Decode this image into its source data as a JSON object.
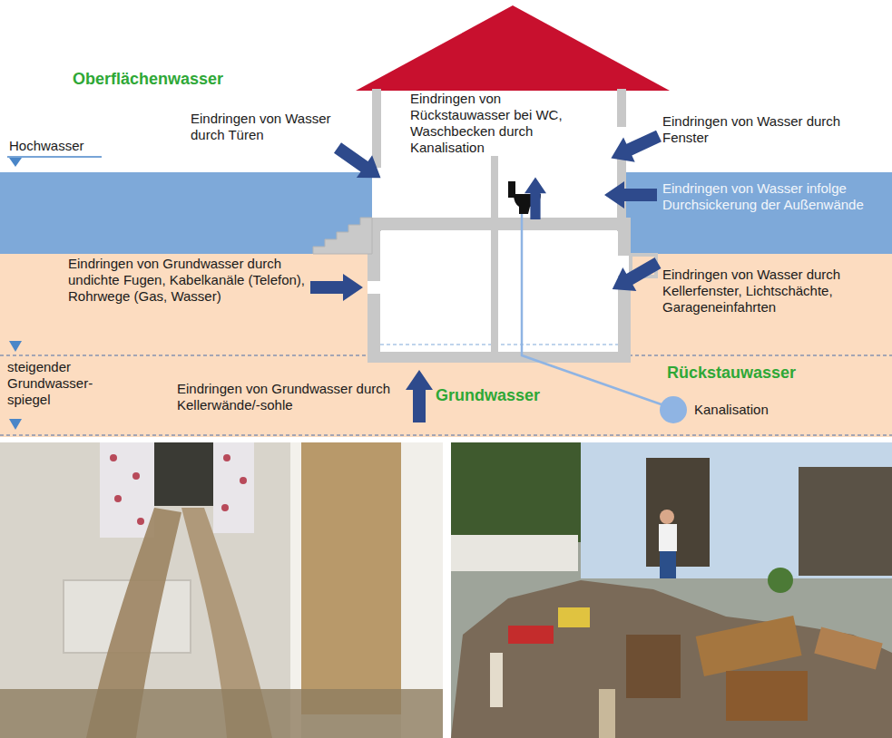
{
  "diagram": {
    "labels": [
      "Oberflächenwasser",
      "Hochwasser",
      "Eindringen von Wasser durch Türen",
      "Eindringen von Rückstauwasser bei WC, Waschbecken durch Kanalisation",
      "Eindringen von Wasser durch Fenster",
      "Eindringen von Wasser infolge Durchsickerung der Außenwände",
      "Eindringen von Grundwasser durch undichte Fugen, Kabelkanäle (Telefon), Rohrwege (Gas, Wasser)",
      "Eindringen von Wasser durch Kellerfenster, Lichtschächte, Garageneinfahrten",
      "steigender Grundwasser- spiegel",
      "Eindringen von Grundwasser durch Kellerwände/-sohle",
      "Grundwasser",
      "Rückstauwasser",
      "Kanalisation"
    ]
  }
}
